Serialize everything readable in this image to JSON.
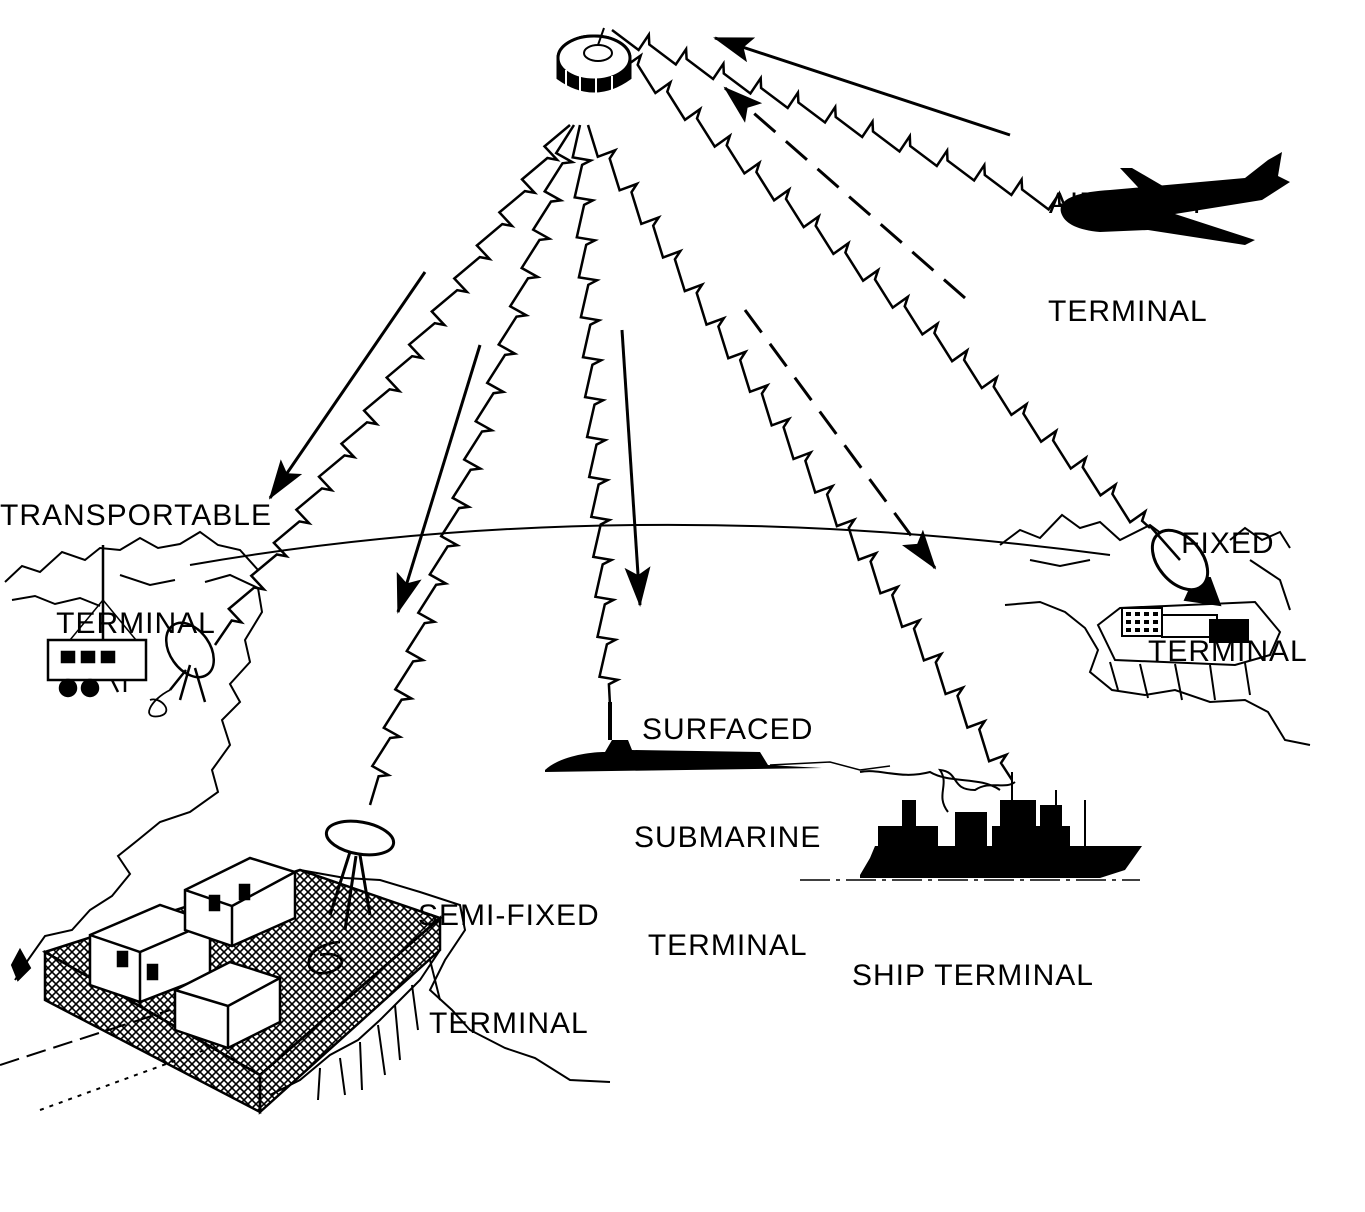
{
  "labels": {
    "aircraft": [
      "AIRCRAFT",
      "TERMINAL"
    ],
    "transportable": [
      "TRANSPORTABLE",
      "TERMINAL"
    ],
    "fixed": [
      "FIXED",
      "TERMINAL"
    ],
    "submarine": [
      "SURFACED",
      "SUBMARINE",
      "TERMINAL"
    ],
    "semifixed": [
      "SEMI-FIXED",
      "TERMINAL"
    ],
    "ship": [
      "SHIP TERMINAL"
    ]
  },
  "colors": {
    "ink": "#000000",
    "paper": "#ffffff"
  }
}
